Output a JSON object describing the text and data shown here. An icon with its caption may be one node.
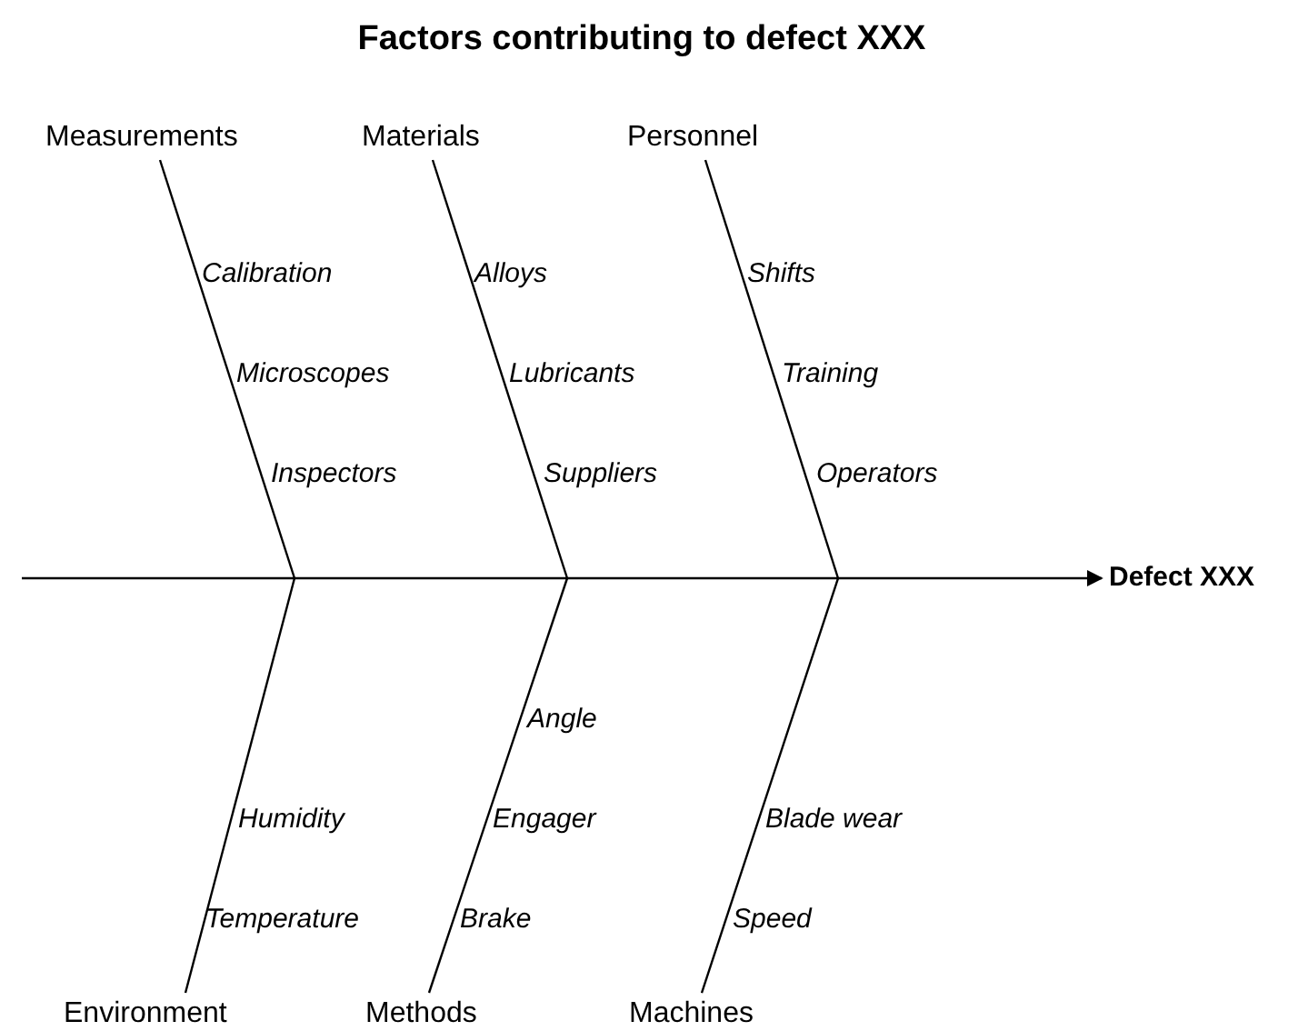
{
  "diagram": {
    "title": "Factors contributing to defect XXX",
    "nodes": [
      {
        "text": [
          "Measurements"
        ]
      },
      {
        "text": [
          "Materials"
        ]
      },
      {
        "text": [
          "Personnel"
        ]
      },
      {
        "text": [
          "Defect XXX"
        ]
      },
      {
        "text": [
          "Environment"
        ]
      },
      {
        "text": [
          "Methods"
        ]
      },
      {
        "text": [
          "Machines"
        ]
      }
    ],
    "edges": [
      {
        "from": 0,
        "to": null,
        "arrow": "none"
      },
      {
        "from": 1,
        "to": null,
        "arrow": "none"
      },
      {
        "from": 2,
        "to": null,
        "arrow": "none"
      },
      {
        "from": null,
        "to": 3,
        "arrow": "to"
      },
      {
        "from": 4,
        "to": null,
        "arrow": "none"
      },
      {
        "from": 5,
        "to": null,
        "arrow": "none"
      },
      {
        "from": 6,
        "to": null,
        "arrow": "none"
      }
    ],
    "labels": [
      "Calibration",
      "Alloys",
      "Shifts",
      "Microscopes",
      "Lubricants",
      "Training",
      "Inspectors",
      "Suppliers",
      "Operators",
      "Angle",
      "Humidity",
      "Engager",
      "Blade wear",
      "Temperature",
      "Brake",
      "Speed"
    ]
  }
}
